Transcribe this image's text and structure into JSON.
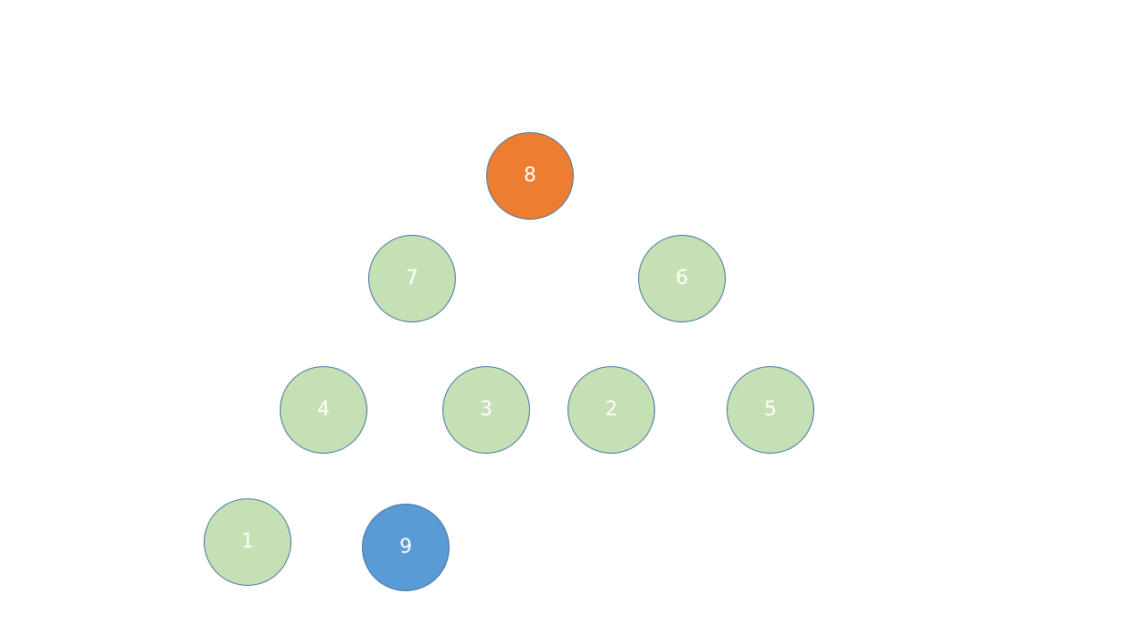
{
  "colors": {
    "root_fill": "#ed7d31",
    "normal_fill": "#c5e0b4",
    "new_fill": "#5b9bd5",
    "outline": "#41719c",
    "label": "#ffffff"
  },
  "nodes": [
    {
      "label": "8",
      "variant": "root"
    },
    {
      "label": "7",
      "variant": "normal"
    },
    {
      "label": "6",
      "variant": "normal"
    },
    {
      "label": "4",
      "variant": "normal"
    },
    {
      "label": "3",
      "variant": "normal"
    },
    {
      "label": "2",
      "variant": "normal"
    },
    {
      "label": "5",
      "variant": "normal"
    },
    {
      "label": "1",
      "variant": "normal"
    },
    {
      "label": "9",
      "variant": "new"
    }
  ]
}
